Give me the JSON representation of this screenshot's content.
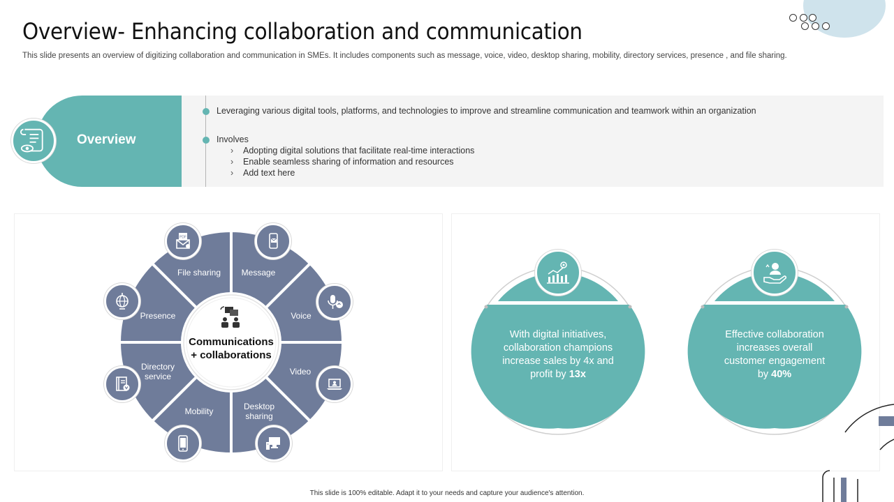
{
  "slide": {
    "title": "Overview- Enhancing collaboration and communication",
    "subtitle": "This slide presents an overview of digitizing collaboration and communication in SMEs. It includes components such as message, voice, video, desktop sharing, mobility, directory services, presence , and file sharing.",
    "footer": "This slide is 100% editable.  Adapt it to your needs and capture your audience's attention."
  },
  "overview": {
    "label": "Overview",
    "point1": "Leveraging  various  digital tools, platforms,  and technologies to improve  and streamline communication and teamwork within an organization",
    "point2": "Involves",
    "sub_items": [
      "Adopting digital solutions that facilitate real-time interactions",
      "Enable seamless sharing of information  and resources",
      "Add text here"
    ],
    "sub_chevron": "›"
  },
  "wheel": {
    "center_line1": "Communications",
    "center_line2": "+ collaborations",
    "segments": {
      "message": "Message",
      "voice": "Voice",
      "video": "Video",
      "desktop_line1": "Desktop",
      "desktop_line2": "sharing",
      "mobility": "Mobility",
      "directory_line1": "Directory",
      "directory_line2": "service",
      "presence": "Presence",
      "file_sharing": "File sharing"
    },
    "icons": [
      "phone-message-icon",
      "microphone-icon",
      "laptop-video-icon",
      "desktop-computer-icon",
      "mobile-phone-icon",
      "directory-book-icon",
      "globe-icon",
      "pdf-file-icon"
    ],
    "pdf_badge": "PDF",
    "segment_color": "#6f7c9a"
  },
  "stats": {
    "left": {
      "line1": "With digital initiatives,",
      "line2": "collaboration champions",
      "line3": "increase sales by 4x and",
      "line4_prefix": "profit by ",
      "line4_bold": "13x"
    },
    "right": {
      "line1": "Effective collaboration",
      "line2": "increases overall",
      "line3": "customer engagement",
      "line4_prefix": "by ",
      "line4_bold": "40%"
    },
    "icons": [
      "growth-chart-icon",
      "hand-person-icon"
    ],
    "color": "#64b5b2"
  }
}
